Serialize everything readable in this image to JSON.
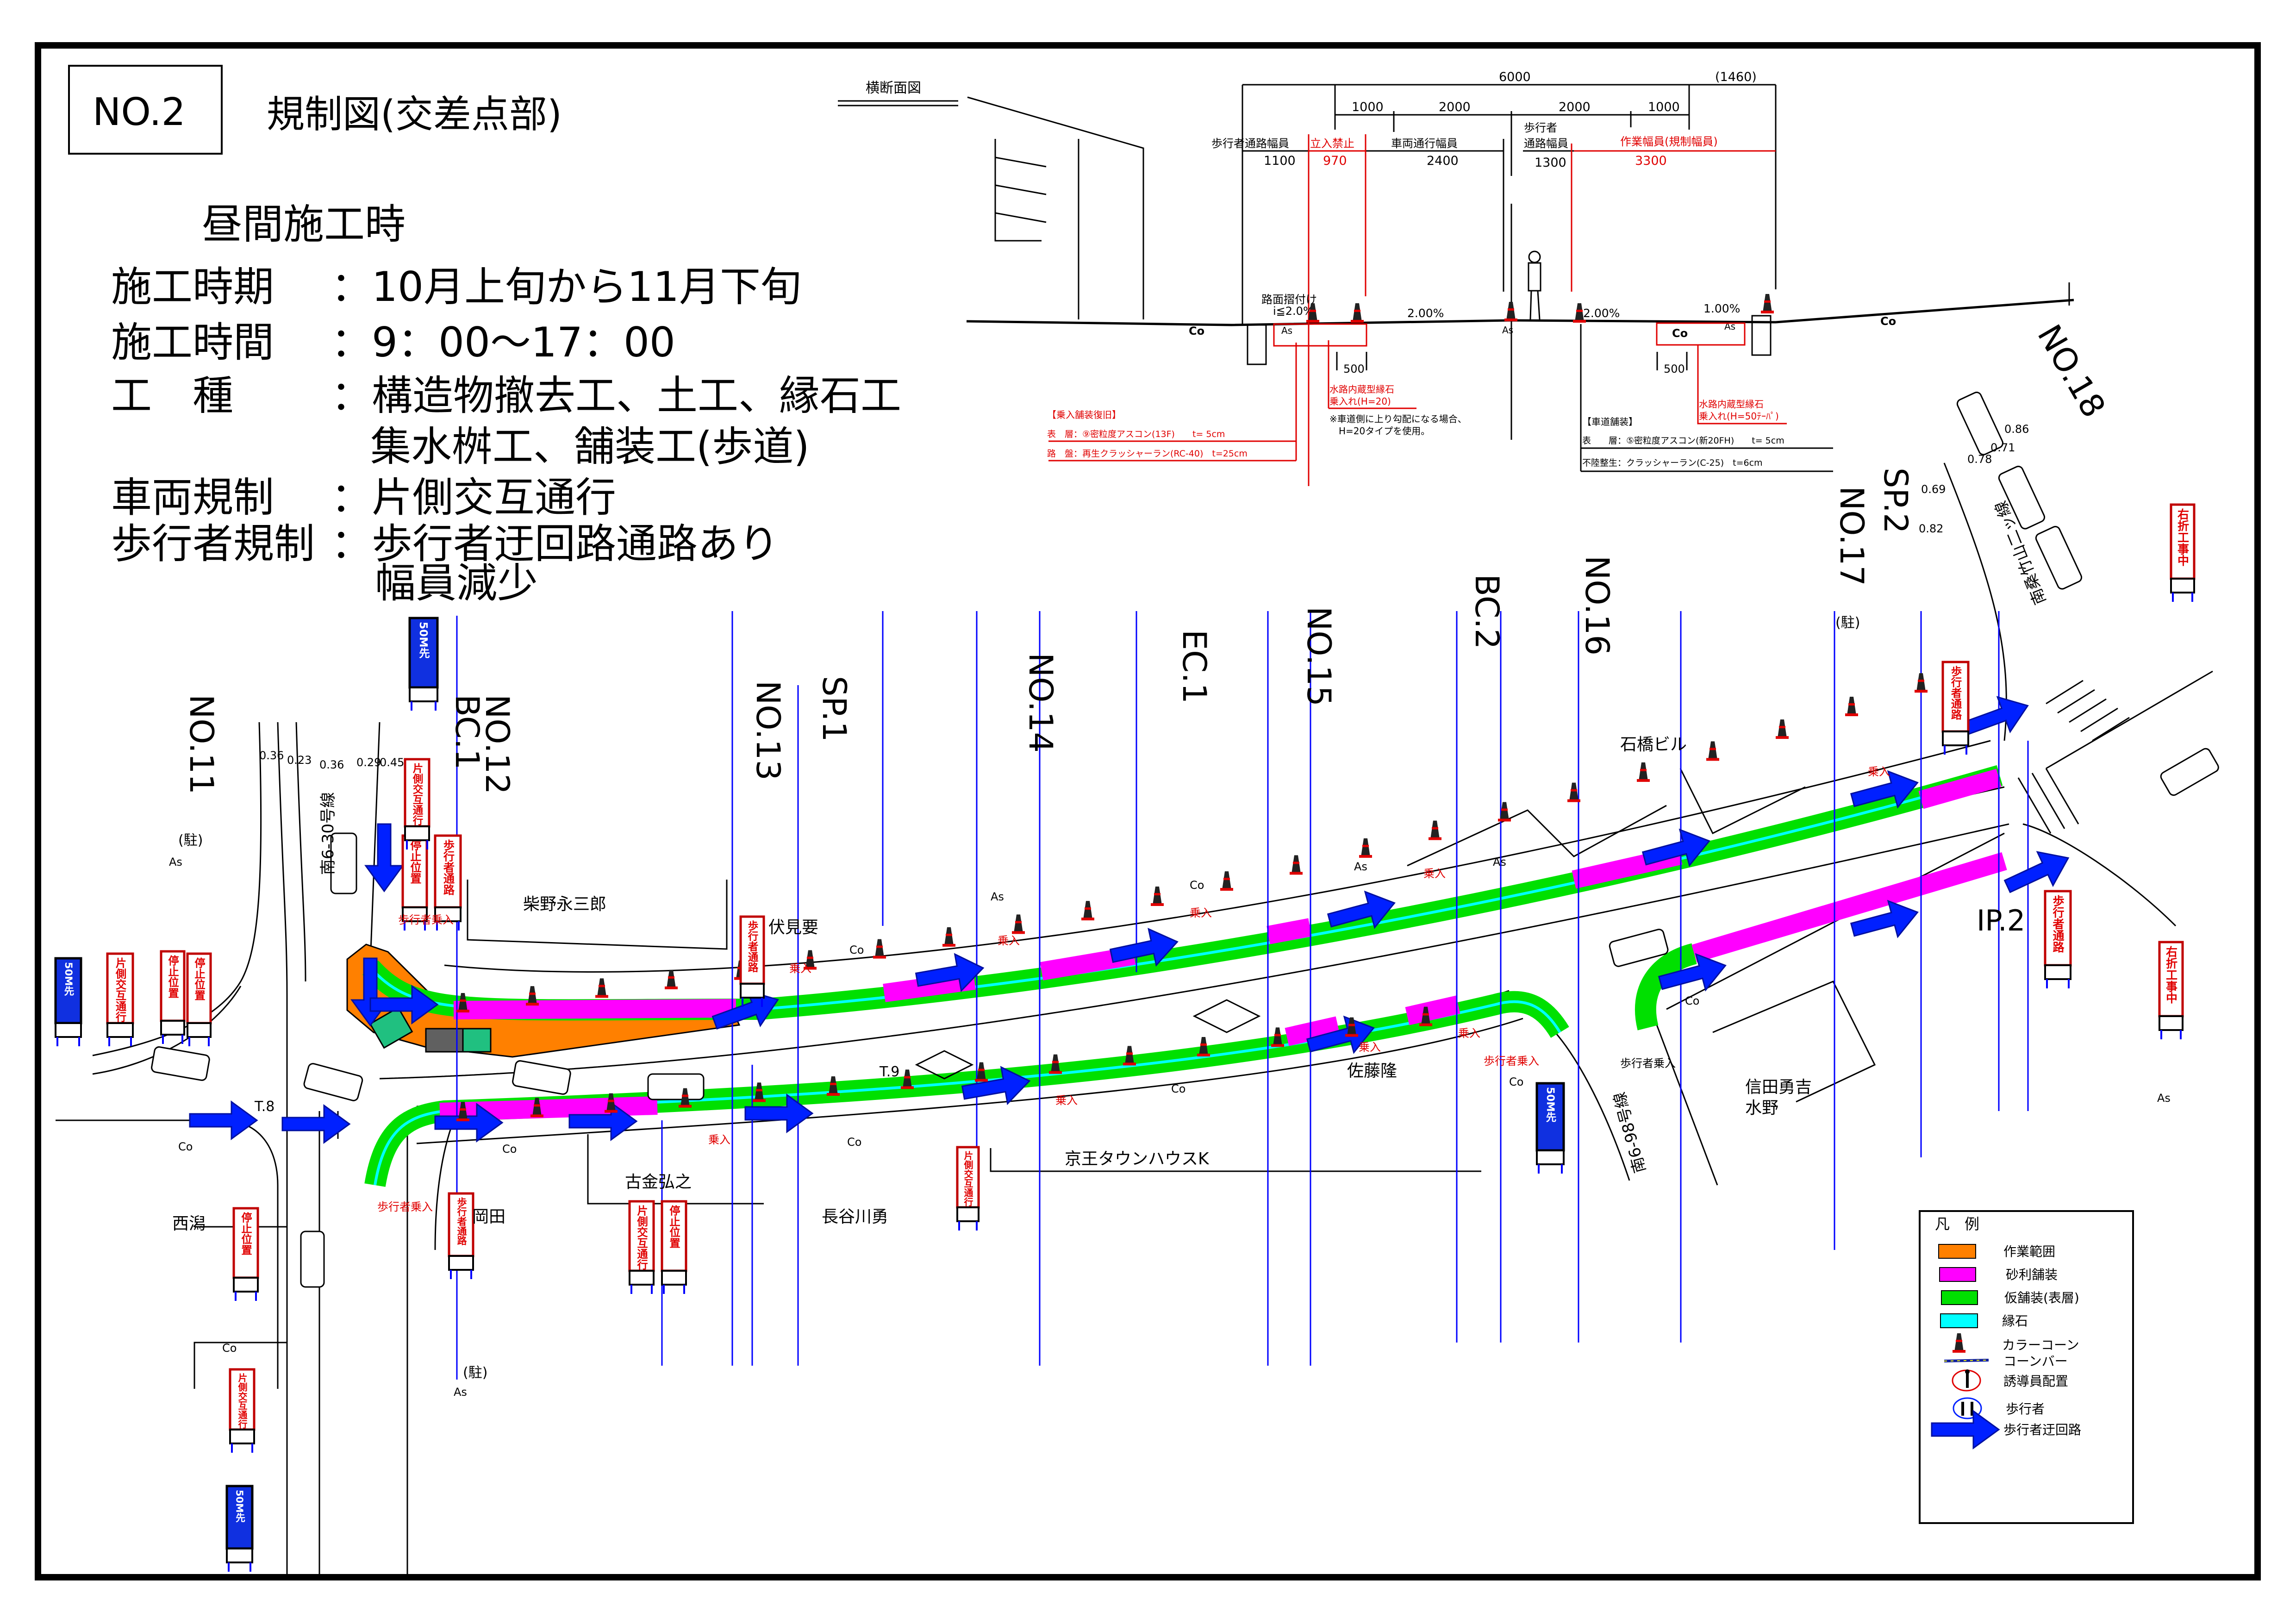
{
  "title": {
    "number": "NO.2",
    "name": "規制図(交差点部)"
  },
  "info": {
    "heading": "昼間施工時",
    "rows": [
      {
        "label": "施工時期",
        "value": "：10月上旬から11月下旬"
      },
      {
        "label": "施工時間",
        "value": "：9：00〜17：00"
      },
      {
        "label": "工　種",
        "value": "：構造物撤去工、土工、縁石工",
        "value2": "集水桝工、舗装工(歩道)"
      },
      {
        "label": "車両規制",
        "value": "：片側交互通行"
      },
      {
        "label": "歩行者規制",
        "value": "：歩行者迂回路通路あり",
        "value2": "幅員減少"
      }
    ]
  },
  "cross_section": {
    "title": "横断面図",
    "dims_top": {
      "total": "6000",
      "extra": "(1460)",
      "d1": "1000",
      "d2": "2000",
      "d3": "2000",
      "d4": "1000"
    },
    "labels": {
      "ped_width": "歩行者通路幅員",
      "no_entry": "立入禁止",
      "vehicle_width": "車両通行幅員",
      "ped2_line1": "歩行者",
      "ped2_line2": "通路幅員",
      "work_width": "作業幅員(規制幅員)"
    },
    "values": {
      "ped_width": "1100",
      "no_entry": "970",
      "vehicle_width": "2400",
      "ped2_width": "1300",
      "work_width": "3300"
    },
    "slopes": [
      "2.00%",
      "2.00%",
      "1.00%"
    ],
    "transition_line1": "路面摺付け",
    "transition_line2": "i≦2.0%",
    "surface_labels": {
      "co": "Co",
      "as": "As"
    },
    "width_500": "500",
    "curb_left_line1": "水路内蔵型縁石",
    "curb_left_line2": "乗入れ(H=20)",
    "note_line1": "※車道側に上り勾配になる場合、",
    "note_line2": "H=20タイプを使用。",
    "curb_right_line1": "水路内蔵型縁石",
    "curb_right_line2": "乗入れ(H=50ﾃｰﾊﾟ)",
    "driveway_paving": {
      "heading": "【乗入舗装復旧】",
      "surface": "表　層：⑨密粒度アスコン(13F)　　t= 5cm",
      "base": "路　盤：再生クラッシャーラン(RC-40)　t=25cm"
    },
    "road_paving": {
      "heading": "【車道舗装】",
      "surface": "表　　層：⑤密粒度アスコン(新20FH)　　t= 5cm",
      "base": "不陸整生：クラッシャーラン(C-25)　t=6cm"
    }
  },
  "stations": [
    "NO.11",
    "NO.12",
    "BC.1",
    "NO.13",
    "SP.1",
    "NO.14",
    "EC.1",
    "NO.15",
    "BC.2",
    "NO.16",
    "NO.17",
    "SP.2",
    "NO.18"
  ],
  "places": [
    "柴野永三郎",
    "伏見要",
    "石橋ビル",
    "佐藤隆",
    "京王タウンハウスK",
    "古金弘之",
    "長谷川勇",
    "岡田",
    "西潟",
    "信田勇吉",
    "水野"
  ],
  "roads": [
    "南6-30号線",
    "南6-98号線",
    "南桑竹山二ッ線"
  ],
  "marks": {
    "t8": "T.8",
    "t9": "T.9",
    "ip2": "IP.2",
    "parking": "(駐)",
    "entry": "乗入",
    "ped_entry": "歩行者乗入",
    "as": "As",
    "co": "Co",
    "elev": [
      "0.36",
      "0.23",
      "0.36",
      "0.29",
      "0.45",
      "0.69",
      "0.82",
      "0.78",
      "0.71",
      "0.86"
    ]
  },
  "signs": [
    "停止位置",
    "歩行者通路",
    "片側交互通行",
    "50M先",
    "歩行者通路",
    "停止位置",
    "片側交互通行",
    "50M先",
    "停止位置",
    "歩行者通路",
    "停止位置",
    "片側交互通行",
    "50M先",
    "片側交互通行",
    "停止位置",
    "片側交互通行",
    "50M先",
    "歩行者通路",
    "歩行者通路",
    "右折工事中",
    "右折工事中"
  ],
  "legend": {
    "title": "凡　例",
    "items": [
      {
        "label": "作業範囲",
        "color": "#ff8000"
      },
      {
        "label": "砂利舗装",
        "color": "#ff00ff"
      },
      {
        "label": "仮舗装(表層)",
        "color": "#00e000"
      },
      {
        "label": "縁石",
        "color": "#00ffff"
      },
      {
        "label": "カラーコーン",
        "icon": "traffic-cone-icon"
      },
      {
        "label": "コーンバー",
        "icon": "cone-bar-icon"
      },
      {
        "label": "誘導員配置",
        "icon": "flagger-icon"
      },
      {
        "label": "歩行者",
        "icon": "pedestrian-icon"
      },
      {
        "label": "歩行者迂回路",
        "icon": "detour-arrow-icon",
        "color": "#0020ff"
      }
    ]
  },
  "colors": {
    "work": "#ff8000",
    "gravel": "#ff00ff",
    "temp_paving": "#00e000",
    "curb": "#00ffff",
    "detour": "#0020ff",
    "station": "#0000ff",
    "annotation": "#e00000"
  }
}
